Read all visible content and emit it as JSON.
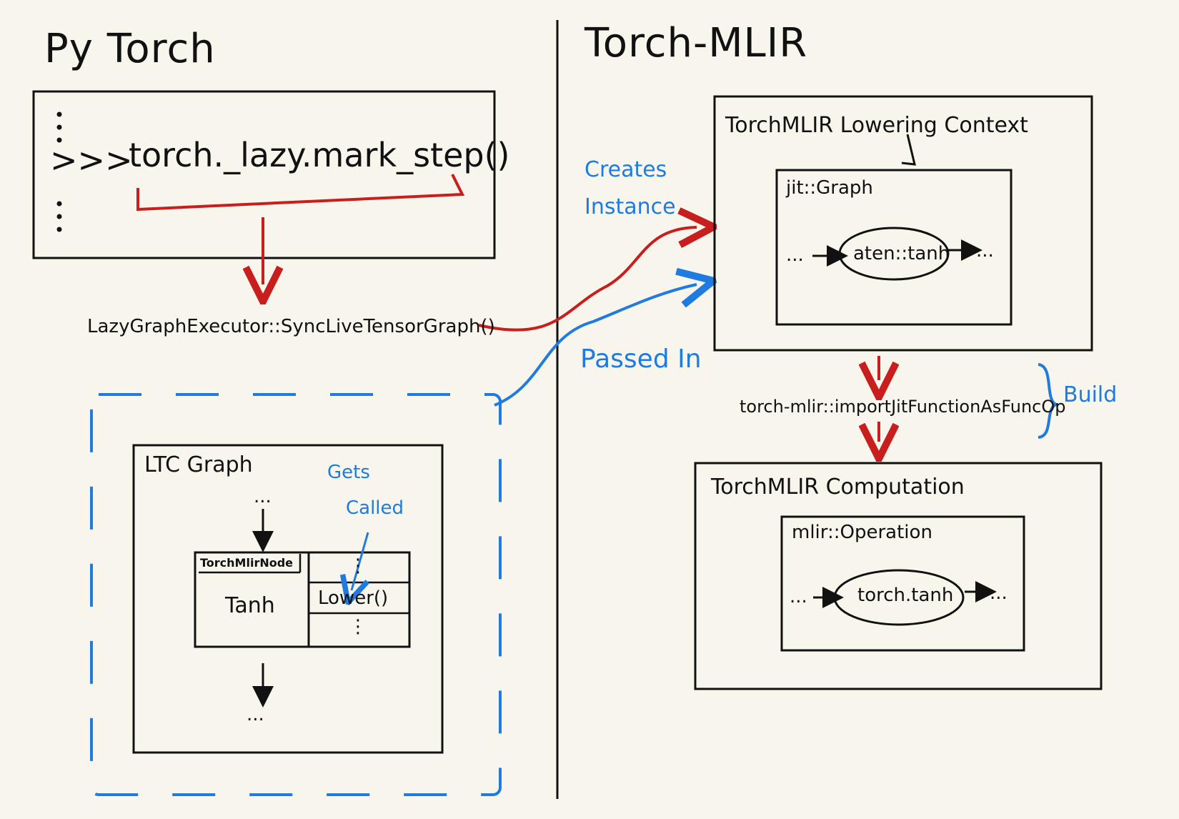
{
  "left": {
    "title": "Py Torch",
    "code_prompt": ">>>",
    "code_call": "torch._lazy.mark_step()",
    "code_ellipsis_top": "⋮",
    "code_ellipsis_bottom": "⋮",
    "executor_call": "LazyGraphExecutor::SyncLiveTensorGraph()",
    "ltc_graph": {
      "title": "LTC Graph",
      "ellipsis_top": "...",
      "node_header": "TorchMlirNode",
      "node_name": "Tanh",
      "method_dots_top": "⋮",
      "method_lower": "Lower()",
      "method_dots_bottom": "⋮",
      "ellipsis_bottom": "...",
      "gets_called_1": "Gets",
      "gets_called_2": "Called"
    }
  },
  "middle": {
    "creates_instance_1": "Creates",
    "creates_instance_2": "Instance",
    "passed_in": "Passed In"
  },
  "right": {
    "title": "Torch-MLIR",
    "lowering_context": {
      "title": "TorchMLIR Lowering Context",
      "jit_graph_title": "jit::Graph",
      "left_ellipsis": "...",
      "op": "aten::tanh",
      "right_ellipsis": "..."
    },
    "import_call": "torch-mlir::importJitFunctionAsFuncOp",
    "build_label": "Build",
    "computation": {
      "title": "TorchMLIR Computation",
      "mlir_op_title": "mlir::Operation",
      "left_ellipsis": "...",
      "op": "torch.tanh",
      "right_ellipsis": "..."
    }
  },
  "colors": {
    "ink": "#111111",
    "red": "#c81e1e",
    "blue": "#1f7be0",
    "background": "#f8f6ec"
  }
}
